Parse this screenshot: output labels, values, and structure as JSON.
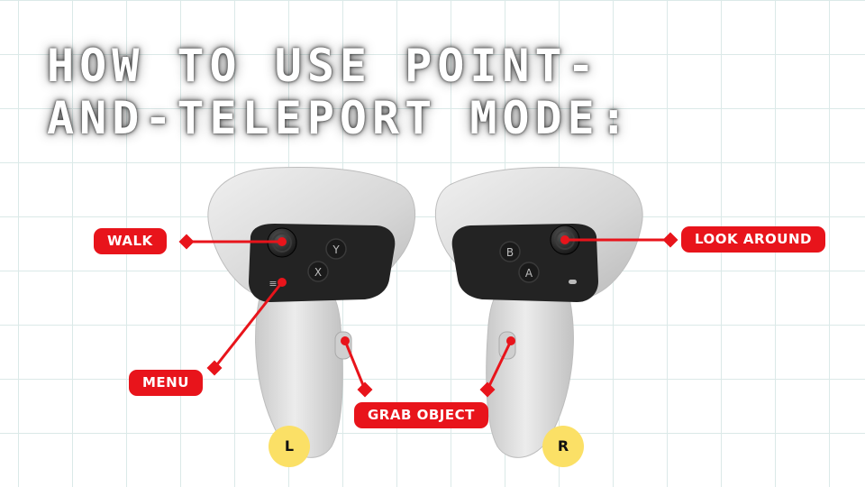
{
  "title": {
    "line1": "HOW TO USE POINT-",
    "line2": "AND-TELEPORT MODE:"
  },
  "labels": {
    "walk": "WALK",
    "menu": "MENU",
    "grab_object": "GRAB OBJECT",
    "look_around": "LOOK AROUND"
  },
  "controllers": {
    "left": {
      "badge": "L",
      "buttons": [
        "Y",
        "X"
      ],
      "menu_glyph": "≡"
    },
    "right": {
      "badge": "R",
      "buttons": [
        "B",
        "A"
      ],
      "oculus_glyph": "▬"
    }
  },
  "colors": {
    "label_red": "#e8141b",
    "badge_yellow": "#fbe066",
    "controller_gray": "#d7d7d7",
    "faceplate": "#232323"
  }
}
